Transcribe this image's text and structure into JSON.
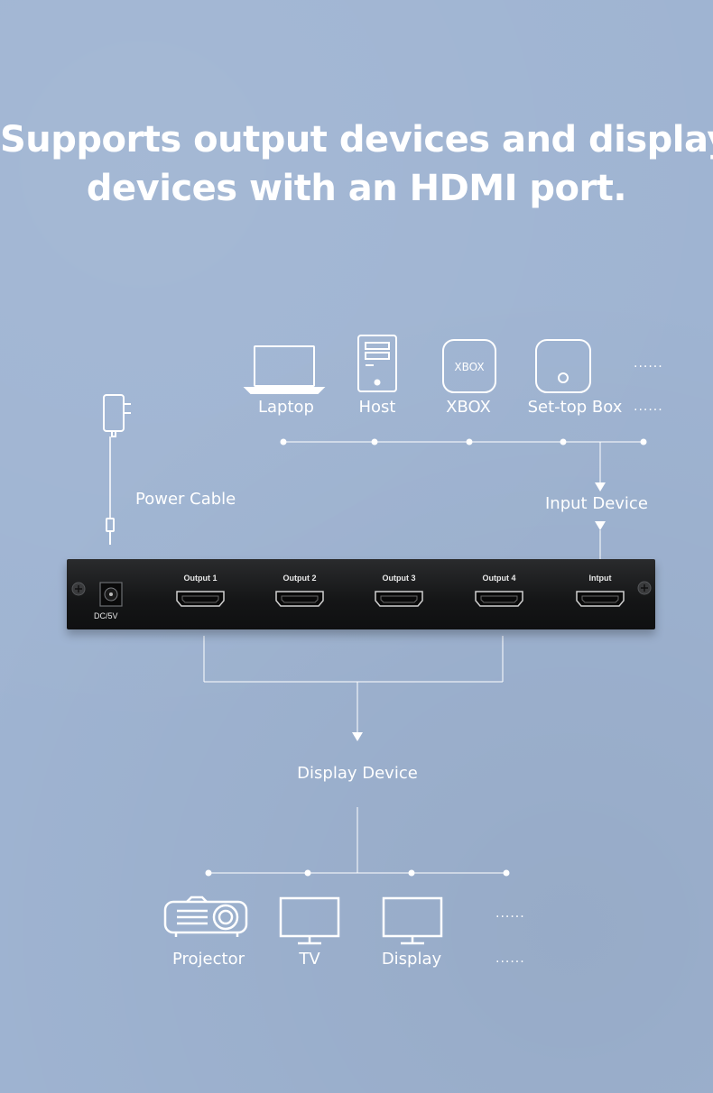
{
  "headline": {
    "line1": "Supports output devices and display",
    "line2": "devices with an HDMI port."
  },
  "input_devices": [
    {
      "label": "Laptop",
      "icon": "laptop-icon"
    },
    {
      "label": "Host",
      "icon": "desktop-host-icon"
    },
    {
      "label": "XBOX",
      "icon": "xbox-icon",
      "icon_text": "XBOX"
    },
    {
      "label": "Set-top Box",
      "icon": "set-top-box-icon"
    }
  ],
  "input_more": "......",
  "input_label_more": "......",
  "power_cable_label": "Power Cable",
  "input_device_label": "Input Device",
  "panel": {
    "dc_label": "DC/5V",
    "ports": [
      "Output 1",
      "Output 2",
      "Output 3",
      "Output 4",
      "Intput"
    ]
  },
  "display_device_label": "Display Device",
  "display_devices": [
    {
      "label": "Projector",
      "icon": "projector-icon"
    },
    {
      "label": "TV",
      "icon": "tv-icon"
    },
    {
      "label": "Display",
      "icon": "monitor-icon"
    }
  ],
  "display_more": "......",
  "display_label_more": "......",
  "colors": {
    "background": "#9fb4d2",
    "foreground": "#ffffff",
    "panel": "#141516"
  }
}
